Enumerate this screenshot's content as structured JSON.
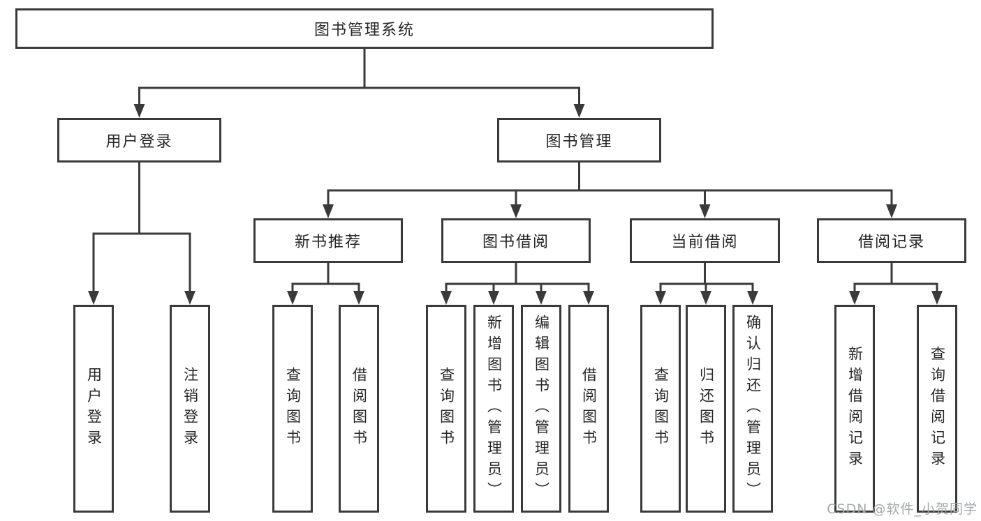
{
  "diagram": {
    "type": "hierarchy-tree",
    "tree": {
      "root": {
        "label": "图书管理系统",
        "children": [
          {
            "label": "用户登录",
            "children": [
              {
                "label": "用户登录"
              },
              {
                "label": "注销登录"
              }
            ]
          },
          {
            "label": "图书管理",
            "children": [
              {
                "label": "新书推荐",
                "children": [
                  {
                    "label": "查询图书"
                  },
                  {
                    "label": "借阅图书"
                  }
                ]
              },
              {
                "label": "图书借阅",
                "children": [
                  {
                    "label": "查询图书"
                  },
                  {
                    "label": "新增图书（管理员）"
                  },
                  {
                    "label": "编辑图书（管理员）"
                  },
                  {
                    "label": "借阅图书"
                  }
                ]
              },
              {
                "label": "当前借阅",
                "children": [
                  {
                    "label": "查询图书"
                  },
                  {
                    "label": "归还图书"
                  },
                  {
                    "label": "确认归还（管理员）"
                  }
                ]
              },
              {
                "label": "借阅记录",
                "children": [
                  {
                    "label": "新增借阅记录"
                  },
                  {
                    "label": "查询借阅记录"
                  }
                ]
              }
            ]
          }
        ]
      }
    },
    "colors": {
      "line": "#3a3a3a",
      "box_border": "#3a3a3a",
      "box_fill": "#ffffff",
      "text": "#262626",
      "background": "#ffffff",
      "watermark": "#a4a7b0"
    }
  },
  "watermark": {
    "text": "CSDN @软件_小贺同学"
  }
}
